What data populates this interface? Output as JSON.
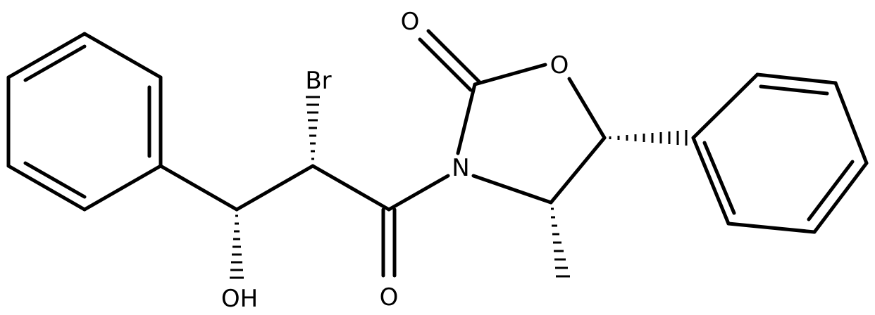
{
  "atoms": {
    "o_carbonyl_ring": "O",
    "o_ring": "O",
    "nitrogen": "N",
    "bromine": "Br",
    "o_amide": "O",
    "hydroxyl": "OH"
  }
}
